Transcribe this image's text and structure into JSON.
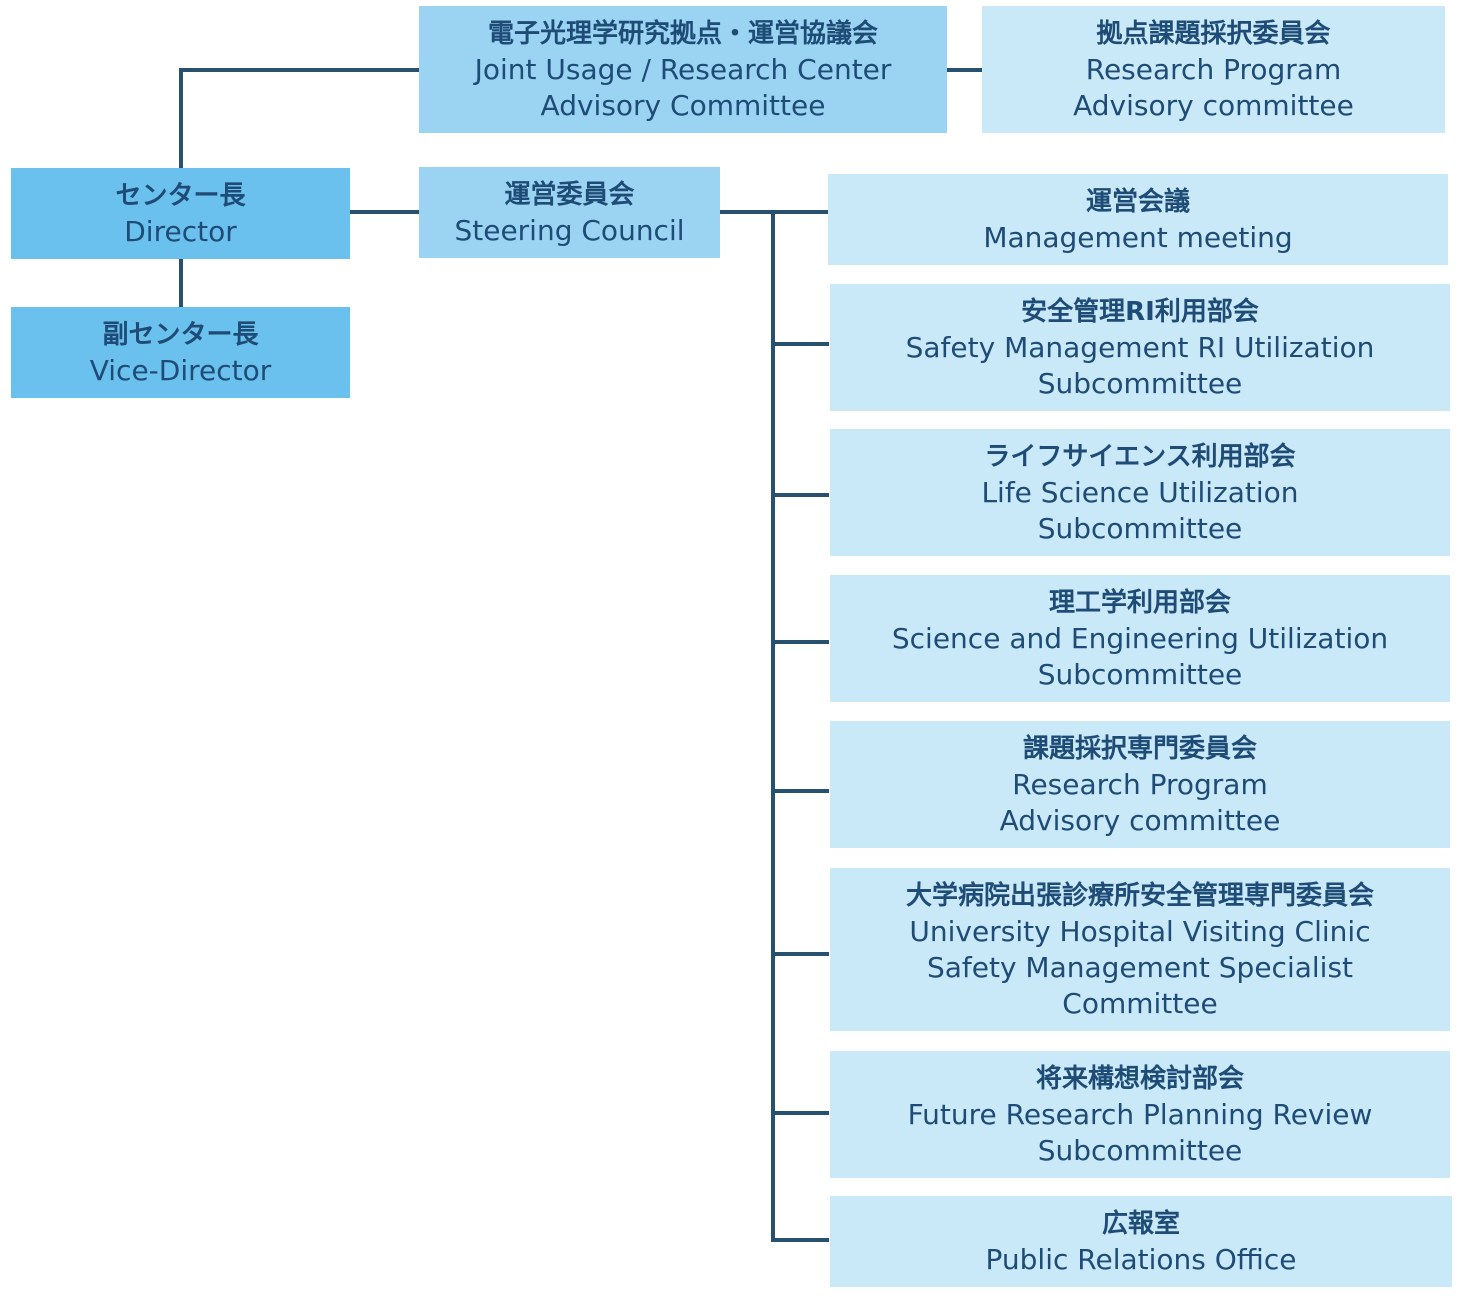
{
  "diagram": {
    "colors": {
      "line": "#28506f",
      "text": "#1e4c77",
      "box_dark": "#6bc1ee",
      "box_mid": "#9bd4f3",
      "box_light": "#c9e9f8"
    },
    "director": {
      "jp": "センター長",
      "en": [
        "Director"
      ]
    },
    "vice_director": {
      "jp": "副センター長",
      "en": [
        "Vice-Director"
      ]
    },
    "advisory_committee": {
      "jp": "電子光理学研究拠点・運営協議会",
      "en": [
        "Joint Usage / Research Center",
        "Advisory Committee"
      ]
    },
    "program_committee": {
      "jp": "拠点課題採択委員会",
      "en": [
        "Research Program",
        "Advisory committee"
      ]
    },
    "steering_council": {
      "jp": "運営委員会",
      "en": [
        "Steering Council"
      ]
    },
    "subunits": [
      {
        "jp": "運営会議",
        "en": [
          "Management meeting"
        ]
      },
      {
        "jp": "安全管理RI利用部会",
        "en": [
          "Safety Management RI Utilization",
          "Subcommittee"
        ]
      },
      {
        "jp": "ライフサイエンス利用部会",
        "en": [
          "Life Science Utilization",
          "Subcommittee"
        ]
      },
      {
        "jp": "理工学利用部会",
        "en": [
          "Science and Engineering Utilization",
          "Subcommittee"
        ]
      },
      {
        "jp": "課題採択専門委員会",
        "en": [
          "Research Program",
          "Advisory committee"
        ]
      },
      {
        "jp": "大学病院出張診療所安全管理専門委員会",
        "en": [
          "University Hospital Visiting Clinic",
          "Safety Management Specialist",
          "Committee"
        ]
      },
      {
        "jp": "将来構想検討部会",
        "en": [
          "Future Research Planning Review",
          "Subcommittee"
        ]
      },
      {
        "jp": "広報室",
        "en": [
          "Public Relations Office"
        ]
      }
    ]
  }
}
